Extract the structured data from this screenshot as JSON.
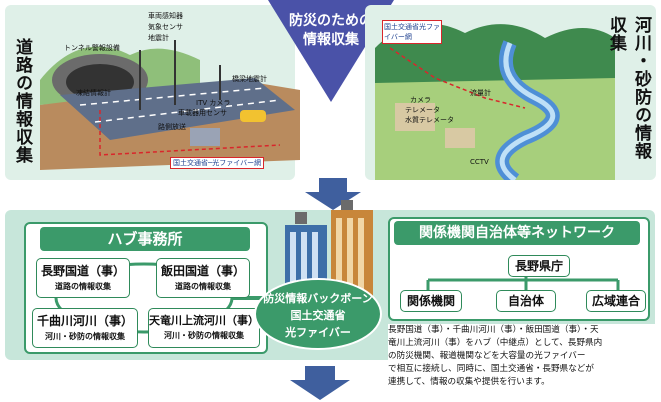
{
  "top": {
    "center_title_1": "防災のための",
    "center_title_2": "情報収集",
    "left_title": "道路の情報収集",
    "right_title": "河川・砂防の情報収集",
    "road_labels": [
      "車両感知器",
      "気象センサ",
      "地震計",
      "トンネル警報設備",
      "凍結情報計",
      "橋梁地震計",
      "ITV カメラ",
      "車載器用センサ",
      "路側放送",
      "国土交通省─光ファイバー網"
    ],
    "river_labels": [
      "国土交通省光ファイバー網",
      "カメラ",
      "テレメータ",
      "流量計",
      "水質テレメータ",
      "CCTV"
    ]
  },
  "hub": {
    "title": "ハブ事務所",
    "offices": [
      {
        "name": "長野国道（事）",
        "sub": "道路の情報収集"
      },
      {
        "name": "飯田国道（事）",
        "sub": "道路の情報収集"
      },
      {
        "name": "千曲川河川（事）",
        "sub": "河川・砂防の情報収集"
      },
      {
        "name": "天竜川上流河川（事）",
        "sub": "河川・砂防の情報収集"
      }
    ]
  },
  "backbone": {
    "line1": "防災情報バックボーン",
    "line2": "国土交通省",
    "line3": "光ファイバー"
  },
  "network": {
    "title": "関係機関自治体等ネットワーク",
    "prefecture": "長野県庁",
    "nodes": [
      "関係機関",
      "自治体",
      "広域連合"
    ]
  },
  "description": [
    "長野国道（事）・千曲川河川（事）・飯田国道（事）・天",
    "竜川上流河川（事）をハブ（中継点）として、長野県内",
    "の防災機関、報道機関などを大容量の光ファイバー",
    "で相互に接続し、同時に、国土交通省・長野県などが",
    "連携して、情報の収集や提供を行います。"
  ],
  "colors": {
    "green": "#3b9a6a",
    "panel": "#c7e6da",
    "arrow": "#3f5f9e",
    "triangle": "#4a52a8"
  }
}
